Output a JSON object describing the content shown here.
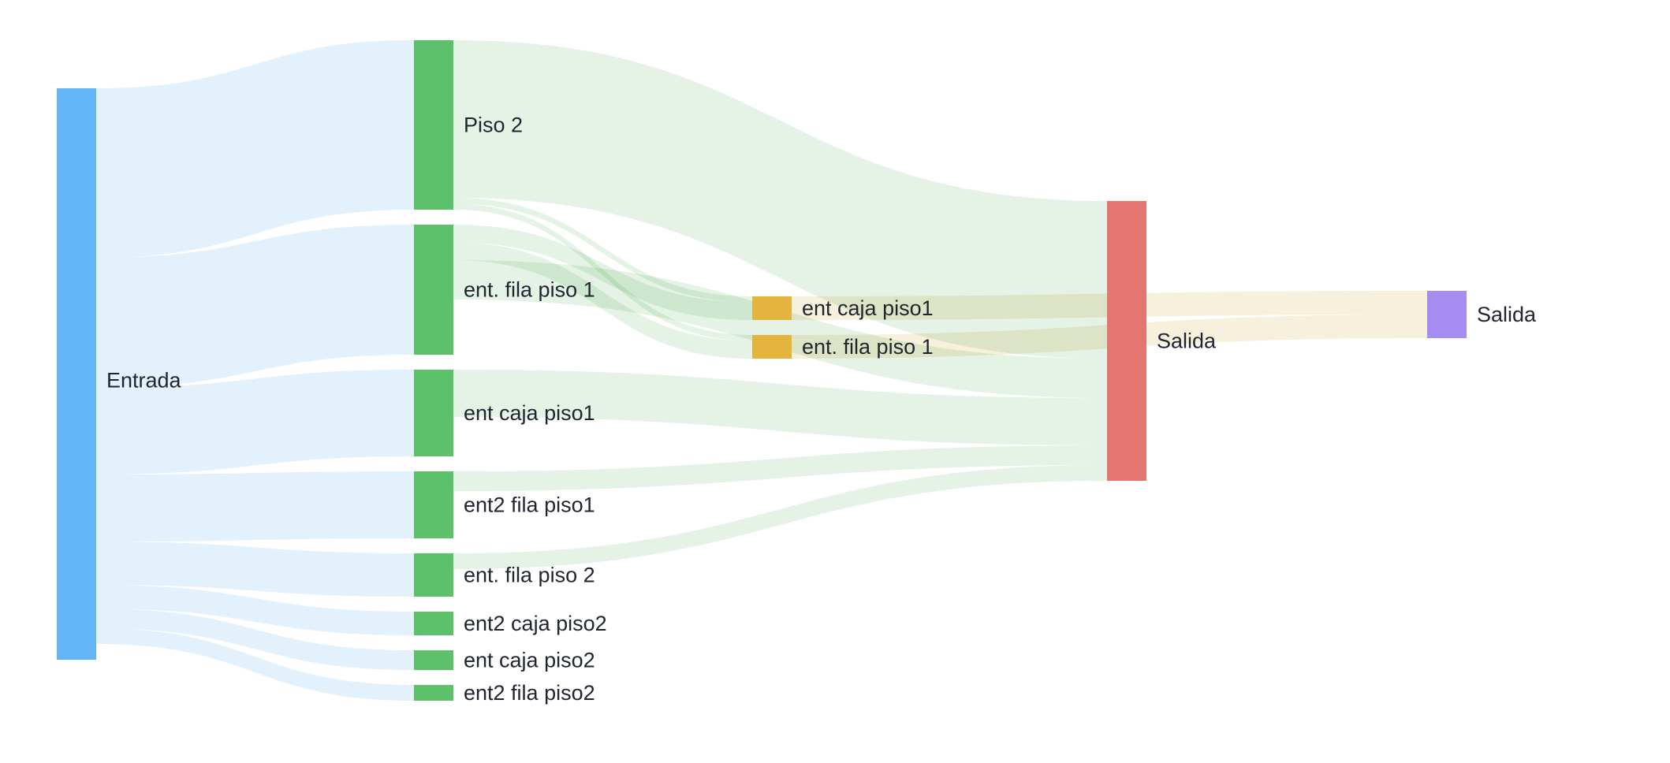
{
  "chart_data": {
    "type": "sankey",
    "title": "",
    "columns": [
      [
        {
          "id": "entrada",
          "label": "Entrada",
          "value": 145,
          "color": "#64b5f6",
          "link_color": "#ddeefb"
        }
      ],
      [
        {
          "id": "piso2",
          "label": "Piso 2",
          "value": 43,
          "color": "#5cc16a",
          "link_color": "#dff1e1"
        },
        {
          "id": "ent_fila_piso1_a",
          "label": "ent. fila piso 1",
          "value": 33,
          "color": "#5cc16a",
          "link_color": "#dff1e1"
        },
        {
          "id": "ent_caja_piso1_a",
          "label": "ent caja piso1",
          "value": 22,
          "color": "#5cc16a",
          "link_color": "#dff1e1"
        },
        {
          "id": "ent2_fila_piso1",
          "label": "ent2 fila piso1",
          "value": 17,
          "color": "#5cc16a",
          "link_color": "#dff1e1"
        },
        {
          "id": "ent_fila_piso2",
          "label": "ent. fila piso 2",
          "value": 11,
          "color": "#5cc16a",
          "link_color": "#dff1e1"
        },
        {
          "id": "ent2_caja_piso2",
          "label": "ent2 caja piso2",
          "value": 6,
          "color": "#5cc16a",
          "link_color": "#dff1e1"
        },
        {
          "id": "ent_caja_piso2",
          "label": "ent caja piso2",
          "value": 5,
          "color": "#5cc16a",
          "link_color": "#dff1e1"
        },
        {
          "id": "ent2_fila_piso2",
          "label": "ent2 fila piso2",
          "value": 4,
          "color": "#5cc16a",
          "link_color": "#dff1e1"
        }
      ],
      [
        {
          "id": "ent_caja_piso1_b",
          "label": "ent caja piso1",
          "value": 6,
          "color": "#e3b53e",
          "link_color": "#f6edd6"
        },
        {
          "id": "ent_fila_piso1_b",
          "label": "ent. fila piso 1",
          "value": 6,
          "color": "#e3b53e",
          "link_color": "#f6edd6"
        }
      ],
      [
        {
          "id": "salida_a",
          "label": "Salida",
          "value": 71,
          "color": "#e57570",
          "link_color": "#f6edd6"
        }
      ],
      [
        {
          "id": "salida_b",
          "label": "Salida",
          "value": 12,
          "color": "#a48cf0",
          "link_color": "#f6edd6"
        }
      ]
    ],
    "links": [
      {
        "source": "entrada",
        "target": "piso2",
        "value": 43
      },
      {
        "source": "entrada",
        "target": "ent_fila_piso1_a",
        "value": 33
      },
      {
        "source": "entrada",
        "target": "ent_caja_piso1_a",
        "value": 22
      },
      {
        "source": "entrada",
        "target": "ent2_fila_piso1",
        "value": 17
      },
      {
        "source": "entrada",
        "target": "ent_fila_piso2",
        "value": 11
      },
      {
        "source": "entrada",
        "target": "ent2_caja_piso2",
        "value": 6
      },
      {
        "source": "entrada",
        "target": "ent_caja_piso2",
        "value": 5
      },
      {
        "source": "entrada",
        "target": "ent2_fila_piso2",
        "value": 4
      },
      {
        "source": "piso2",
        "target": "salida_a",
        "value": 40
      },
      {
        "source": "piso2",
        "target": "ent_caja_piso1_b",
        "value": 1.5
      },
      {
        "source": "piso2",
        "target": "ent_fila_piso1_b",
        "value": 1.5
      },
      {
        "source": "ent_fila_piso1_a",
        "target": "ent_caja_piso1_b",
        "value": 4.5
      },
      {
        "source": "ent_fila_piso1_a",
        "target": "ent_fila_piso1_b",
        "value": 4.5
      },
      {
        "source": "ent_fila_piso1_a",
        "target": "salida_a",
        "value": 10
      },
      {
        "source": "ent_caja_piso1_a",
        "target": "salida_a",
        "value": 12
      },
      {
        "source": "ent2_fila_piso1",
        "target": "salida_a",
        "value": 5
      },
      {
        "source": "ent_fila_piso2",
        "target": "salida_a",
        "value": 4
      },
      {
        "source": "ent_caja_piso1_b",
        "target": "salida_b",
        "value": 6
      },
      {
        "source": "ent_fila_piso1_b",
        "target": "salida_b",
        "value": 6
      }
    ]
  }
}
